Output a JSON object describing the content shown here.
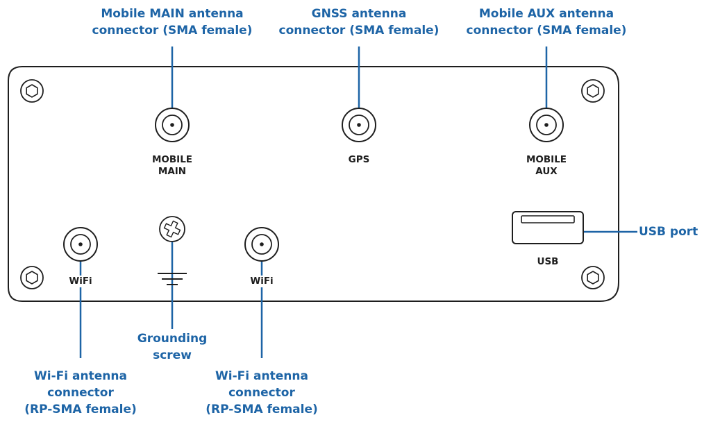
{
  "callouts": {
    "mobile_main": [
      "Mobile MAIN antenna",
      "connector (SMA female)"
    ],
    "gnss": [
      "GNSS antenna",
      "connector (SMA female)"
    ],
    "mobile_aux": [
      "Mobile AUX antenna",
      "connector (SMA female)"
    ],
    "usb": [
      "USB port"
    ],
    "grounding": [
      "Grounding",
      "screw"
    ],
    "wifi_left": [
      "Wi-Fi antenna",
      "connector",
      "(RP-SMA female)"
    ],
    "wifi_right": [
      "Wi-Fi antenna",
      "connector",
      "(RP-SMA female)"
    ]
  },
  "panel_labels": {
    "mobile_main": [
      "MOBILE",
      "MAIN"
    ],
    "gps": [
      "GPS"
    ],
    "mobile_aux": [
      "MOBILE",
      "AUX"
    ],
    "usb": [
      "USB"
    ],
    "wifi_left": [
      "WiFi"
    ],
    "wifi_right": [
      "WiFi"
    ]
  },
  "icons": {
    "hex_bolt": "hex-screw-icon",
    "grounding_screw": "phillips-screw-icon",
    "ground": "ground-symbol-icon",
    "connector": "sma-connector-icon",
    "usb": "usb-port-icon"
  },
  "colors": {
    "callout_text": "#1d64a6",
    "leader_line": "#1d64a6",
    "panel_outline": "#1e1e1e",
    "panel_label": "#1e1e1e"
  }
}
